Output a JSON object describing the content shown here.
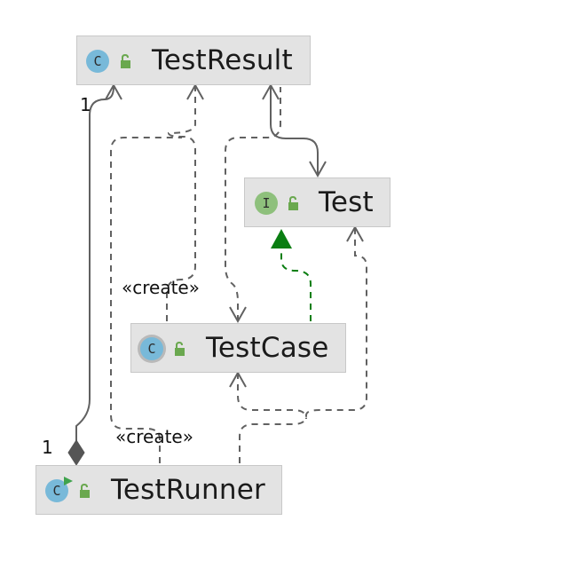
{
  "classes": {
    "test_result": {
      "name": "TestResult",
      "kind_letter": "C",
      "kind": "class"
    },
    "test": {
      "name": "Test",
      "kind_letter": "I",
      "kind": "interface"
    },
    "test_case": {
      "name": "TestCase",
      "kind_letter": "C",
      "kind": "abstract class"
    },
    "test_runner": {
      "name": "TestRunner",
      "kind_letter": "C",
      "kind": "runnable class"
    }
  },
  "labels": {
    "mult_result_end": "1",
    "mult_runner_end": "1",
    "create_to_result": "«create»",
    "create_from_runner": "«create»"
  },
  "colors": {
    "edge": "#616161",
    "realization": "#0a7e12",
    "class_badge": "#78b9d9",
    "interface_badge": "#8ec07c",
    "lock": "#6aa84f",
    "node_fill": "#e3e3e3"
  }
}
